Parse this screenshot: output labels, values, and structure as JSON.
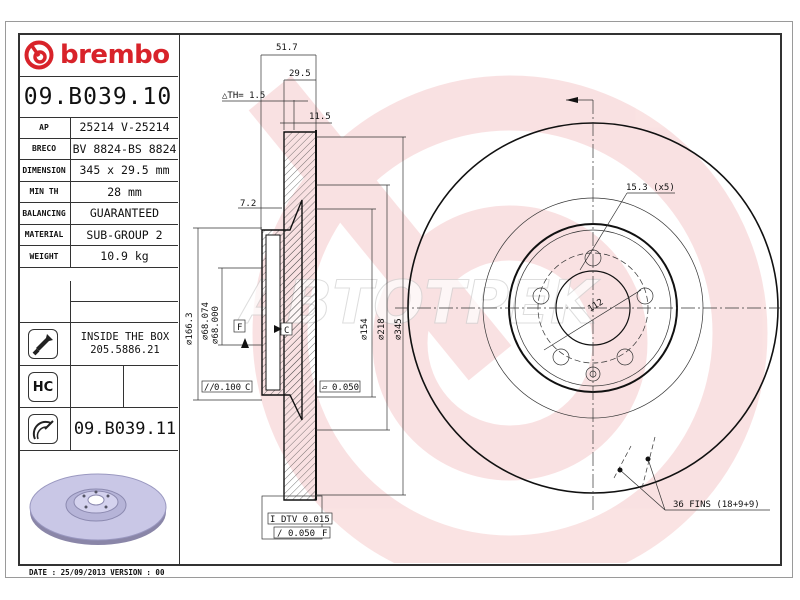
{
  "brand": {
    "name": "brembo",
    "color": "#d8232a"
  },
  "part_number": "09.B039.10",
  "specs": [
    {
      "key": "AP",
      "value": "25214 V-25214"
    },
    {
      "key": "BRECO",
      "value": "BV 8824-BS 8824"
    },
    {
      "key": "DIMENSION",
      "value": "345 x 29.5 mm"
    },
    {
      "key": "MIN TH",
      "value": "28 mm"
    },
    {
      "key": "BALANCING",
      "value": "GUARANTEED"
    },
    {
      "key": "MATERIAL",
      "value": "SUB-GROUP 2"
    },
    {
      "key": "WEIGHT",
      "value": "10.9 kg"
    }
  ],
  "inside_box": {
    "icon": "screw-icon",
    "line1": "INSIDE THE BOX",
    "line2": "205.5886.21"
  },
  "hc": {
    "icon": "hc-icon",
    "label": "HC"
  },
  "alternative": {
    "icon": "disc-caliper-icon",
    "part_number": "09.B039.11"
  },
  "footer": {
    "date_version": "DATE : 25/09/2013 VERSION : 00"
  },
  "drawing": {
    "dims_top": {
      "overall_width": "51.7",
      "thickness": "29.5",
      "delta_th": "△TH= 1.5",
      "inner": "11.5",
      "hat_offset": "7.2"
    },
    "diameters": {
      "d1663": "⌀166.3",
      "d68074": "⌀68.074",
      "d68000": "⌀68.000",
      "d154": "⌀154",
      "d218": "⌀218",
      "d345": "⌀345"
    },
    "datums": {
      "f": "F",
      "c": "C"
    },
    "tolerances": {
      "parallel": "0.100",
      "parallel_ref": "C",
      "flatness": "0.050",
      "dtv": "DTV 0.015",
      "runout": "0.050",
      "runout_ref": "F"
    },
    "front_view": {
      "bolt_holes": "15.3 (x5)",
      "pcd": "112",
      "fins": "36 FINS (18+9+9)"
    },
    "watermark": "ABTOTPEK"
  }
}
